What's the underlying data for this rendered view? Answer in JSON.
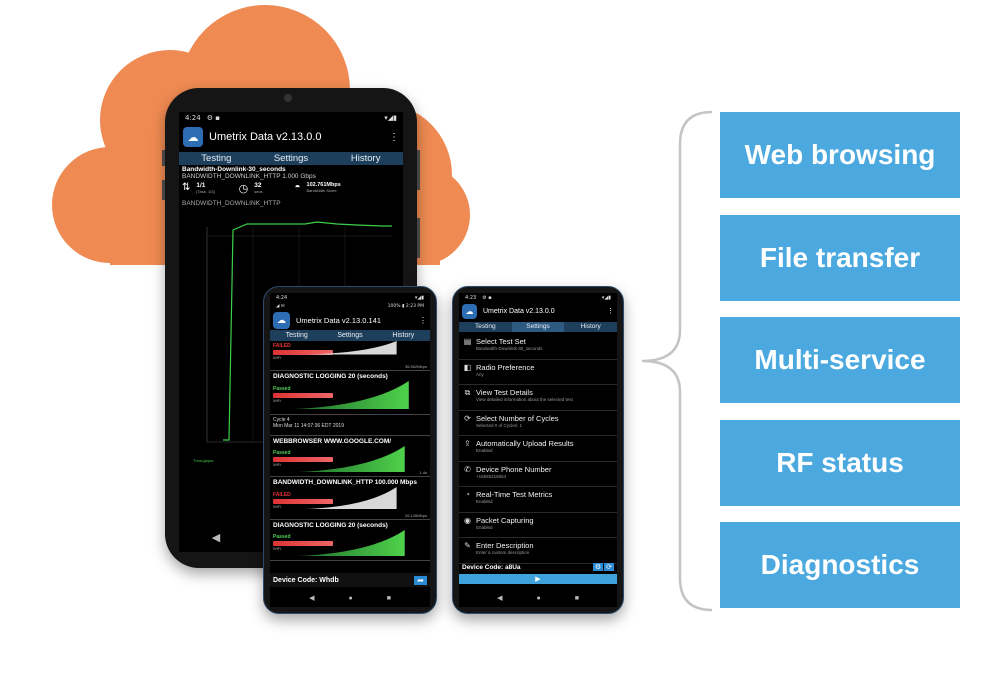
{
  "colors": {
    "cloud": "#ef8a52",
    "box": "#4ba9df",
    "tab_bar": "#1d3f5c",
    "app_icon": "#2d6db3",
    "graph_line": "#3ecf4a"
  },
  "phone_large": {
    "status_time": "4:24",
    "app_title": "Umetrix Data v2.13.0.0",
    "tabs": [
      "Testing",
      "Settings",
      "History"
    ],
    "test_name": "Bandwidth-Downlink-30_seconds",
    "test_detail": "BANDWIDTH_DOWNLINK_HTTP 1.000 Gbps",
    "cycle_count": "1/1",
    "task_label": "[Task: 1/3]",
    "timer_value": "32",
    "timer_unit": "secs",
    "score_value": "102.761Mbps",
    "score_label": "Bandwidth Score",
    "section_label": "BANDWIDTH_DOWNLINK_HTTP",
    "legend": "Throughput"
  },
  "phone_middle": {
    "status_time": "4:24",
    "status_right": "100% ▮ 2:23 PM",
    "app_title": "Umetrix Data v2.13.0.141",
    "tabs": [
      "Testing",
      "Settings",
      "History"
    ],
    "items": [
      {
        "title": "",
        "status": "FAILED",
        "sub": "WiFi",
        "value": "36.562Mbps"
      },
      {
        "title": "DIAGNOSTIC LOGGING 20 (seconds)",
        "status": "Passed",
        "sub": "WiFi",
        "value": ""
      },
      {
        "title": "Cycle 4",
        "status": "Mon Mar 11 14:07:36 EDT 2019",
        "sub": "",
        "value": ""
      },
      {
        "title": "WEBBROWSER WWW.GOOGLE.COM/",
        "status": "Passed",
        "sub": "WiFi",
        "value": "1.4s"
      },
      {
        "title": "BANDWIDTH_DOWNLINK_HTTP 100.000 Mbps",
        "status": "FAILED",
        "sub": "WiFi",
        "value": "26.145Mbps"
      },
      {
        "title": "DIAGNOSTIC LOGGING 20 (seconds)",
        "status": "Passed",
        "sub": "WiFi",
        "value": ""
      }
    ],
    "device_code": "Device Code: Whdb"
  },
  "phone_right": {
    "status_time": "4:23",
    "app_title": "Umetrix Data v2.13.0.0",
    "tabs": [
      "Testing",
      "Settings",
      "History"
    ],
    "items": [
      {
        "icon": "▤",
        "label": "Select Test Set",
        "sub": "Bandwidth-Downlink-30_seconds"
      },
      {
        "icon": "◧",
        "label": "Radio Preference",
        "sub": "Any"
      },
      {
        "icon": "⧉",
        "label": "View Test Details",
        "sub": "View detailed information about the selected test"
      },
      {
        "icon": "⟳",
        "label": "Select Number of Cycles",
        "sub": "Selected # of Cycles: 1"
      },
      {
        "icon": "⇪",
        "label": "Automatically Upload Results",
        "sub": "Enabled"
      },
      {
        "icon": "✆",
        "label": "Device Phone Number",
        "sub": "+15555215554"
      },
      {
        "icon": "◔",
        "label": "Real-Time Test Metrics",
        "sub": "Enabled"
      },
      {
        "icon": "◉",
        "label": "Packet Capturing",
        "sub": "Enabled"
      },
      {
        "icon": "✎",
        "label": "Enter Description",
        "sub": "Enter a custom description"
      }
    ],
    "device_code": "Device Code: a8Ua"
  },
  "features": [
    "Web browsing",
    "File transfer",
    "Multi-service",
    "RF status",
    "Diagnostics"
  ]
}
